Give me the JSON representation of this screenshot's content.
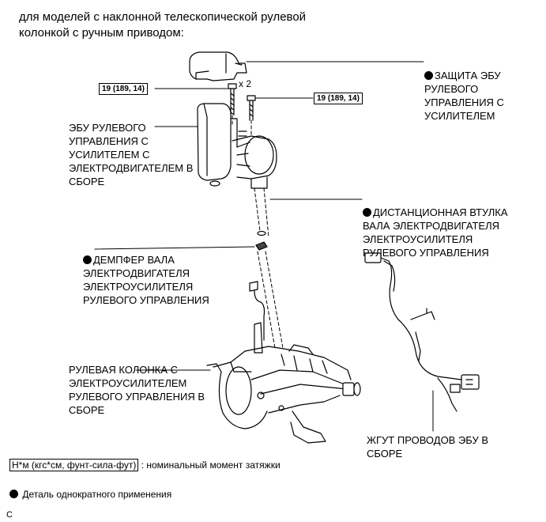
{
  "title": "для моделей с наклонной телескопической рулевой\nколонкой с ручным приводом:",
  "labels": {
    "ecu_protector": "ЗАЩИТА ЭБУ\nРУЛЕВОГО\nУПРАВЛЕНИЯ С\nУСИЛИТЕЛЕМ",
    "ecu_assembly": "ЭБУ РУЛЕВОГО\nУПРАВЛЕНИЯ С\nУСИЛИТЕЛЕМ С\nЭЛЕКТРОДВИГАТЕЛЕМ В\nСБОРЕ",
    "shaft_spacer": "ДИСТАНЦИОННАЯ ВТУЛКА\nВАЛА ЭЛЕКТРОДВИГАТЕЛЯ\nЭЛЕКТРОУСИЛИТЕЛЯ\nРУЛЕВОГО УПРАВЛЕНИЯ",
    "shaft_damper": "ДЕМПФЕР ВАЛА\nЭЛЕКТРОДВИГАТЕЛЯ\nЭЛЕКТРОУСИЛИТЕЛЯ\nРУЛЕВОГО УПРАВЛЕНИЯ",
    "column_assembly": "РУЛЕВАЯ КОЛОНКА С\nЭЛЕКТРОУСИЛИТЕЛЕМ\nРУЛЕВОГО УПРАВЛЕНИЯ В\nСБОРЕ",
    "wire_harness": "ЖГУТ ПРОВОДОВ ЭБУ В\nСБОРЕ"
  },
  "torque": {
    "left": "19 (189, 14)",
    "right": "19 (189, 14)",
    "qty": "x 2"
  },
  "legend": {
    "torque_box": "Н*м (кгс*см, фунт-сила-фут)",
    "torque_text": ": номинальный момент затяжки",
    "single_use": "Деталь однократного применения"
  },
  "figure_code": "C"
}
